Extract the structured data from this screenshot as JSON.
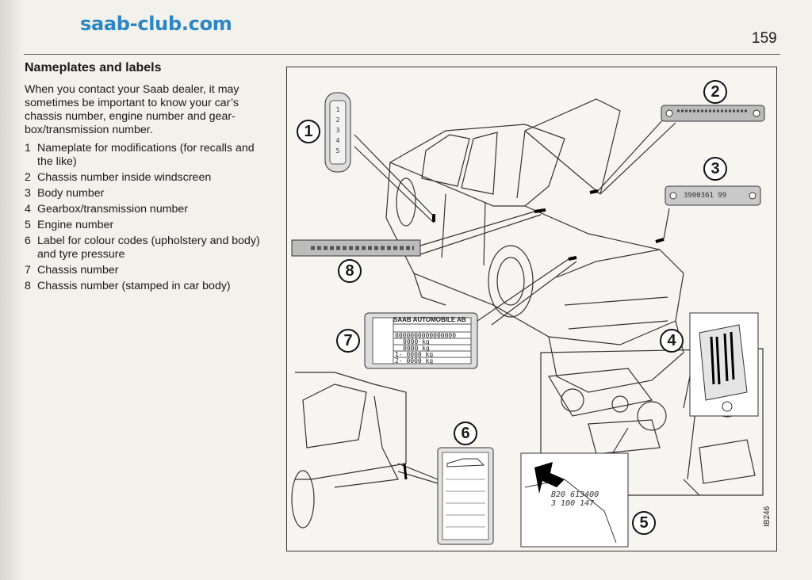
{
  "header": {
    "site": "saab-club.com",
    "page_number": "159"
  },
  "section": {
    "title": "Nameplates and labels",
    "intro": "When you contact your Saab dealer, it may sometimes be important to know your car’s chassis number, engine number and gear-box/transmission number."
  },
  "labels": [
    {
      "num": "1",
      "text": "Nameplate for modifications (for recalls and the like)"
    },
    {
      "num": "2",
      "text": "Chassis number inside windscreen"
    },
    {
      "num": "3",
      "text": "Body number"
    },
    {
      "num": "4",
      "text": "Gearbox/transmission number"
    },
    {
      "num": "5",
      "text": "Engine number"
    },
    {
      "num": "6",
      "text": "Label for colour codes (upholstery and body) and tyre pressure"
    },
    {
      "num": "7",
      "text": "Chassis number"
    },
    {
      "num": "8",
      "text": "Chassis number (stamped in car body)"
    }
  ],
  "figure": {
    "code": "IB246",
    "callouts": [
      "1",
      "2",
      "3",
      "4",
      "5",
      "6",
      "7",
      "8"
    ],
    "plate7": {
      "header": "SAAB AUTOMOBILE AB",
      "rows": [
        "0000000000000000",
        "0000 kg",
        "0000 kg",
        "1- 0000 kg",
        "2- 0000 kg"
      ]
    },
    "plate1_digits": [
      "1",
      "2",
      "3",
      "4",
      "5"
    ],
    "plate3_text": "3900361 99",
    "plate5_text": [
      "B20 613400",
      "3 100 147"
    ]
  }
}
